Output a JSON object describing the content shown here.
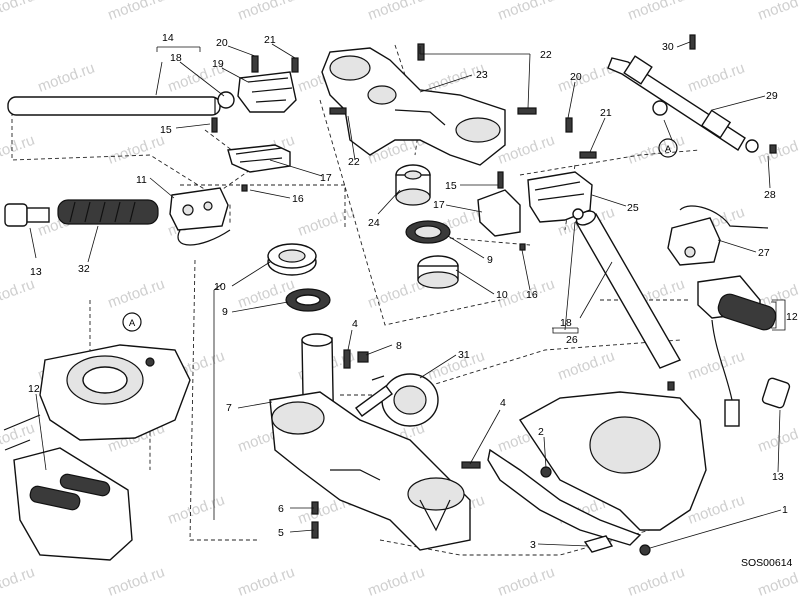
{
  "drawing_code": "SOS00614",
  "watermark": "motod.ru",
  "reference_letter": "A",
  "callouts": [
    "1",
    "2",
    "3",
    "4",
    "5",
    "6",
    "7",
    "8",
    "9",
    "10",
    "11",
    "12",
    "13",
    "14",
    "15",
    "16",
    "17",
    "18",
    "19",
    "20",
    "21",
    "22",
    "23",
    "24",
    "25",
    "26",
    "27",
    "28",
    "29",
    "30",
    "31",
    "32"
  ],
  "callout_instances": {
    "c14": "14",
    "c18a": "18",
    "c20a": "20",
    "c21a": "21",
    "c19": "19",
    "c15a": "15",
    "c17a": "17",
    "c16a": "16",
    "c11": "11",
    "c13a": "13",
    "c32": "32",
    "c22a": "22",
    "c22b": "22",
    "c23": "23",
    "c24": "24",
    "c15b": "15",
    "c17b": "17",
    "c20b": "20",
    "c21b": "21",
    "c25": "25",
    "c9a": "9",
    "c10a": "10",
    "c16b": "16",
    "c30": "30",
    "c29": "29",
    "c28": "28",
    "c27": "27",
    "c12a": "12",
    "c13b": "13",
    "c18b": "18",
    "c26": "26",
    "c10b": "10",
    "c9b": "9",
    "c7": "7",
    "c4a": "4",
    "c8": "8",
    "c31": "31",
    "c4b": "4",
    "c2": "2",
    "c6": "6",
    "c5": "5",
    "c3": "3",
    "c1": "1",
    "c12b": "12"
  }
}
